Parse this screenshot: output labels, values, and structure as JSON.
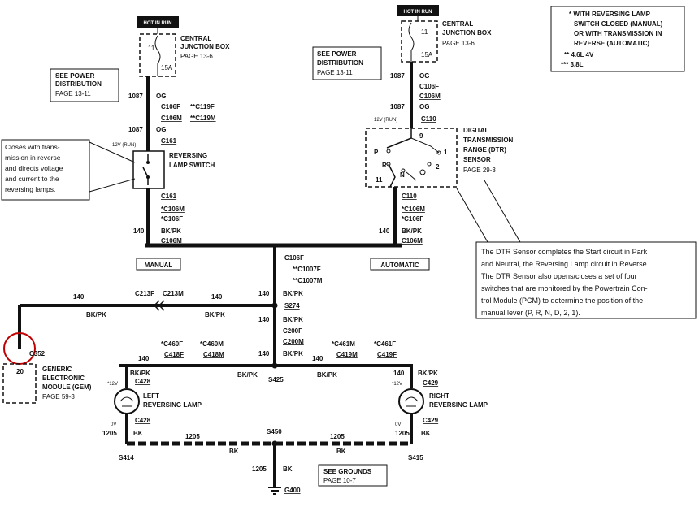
{
  "hot_in_run": "HOT IN RUN",
  "legend": {
    "l1": "* WITH REVERSING LAMP",
    "l2": "SWITCH CLOSED (MANUAL)",
    "l3": "OR WITH TRANSMISSION IN",
    "l4": "REVERSE (AUTOMATIC)",
    "l5": "** 4.6L 4V",
    "l6": "*** 3.8L"
  },
  "cjb_left": {
    "title1": "CENTRAL",
    "title2": "JUNCTION BOX",
    "page": "PAGE 13-6",
    "fuse": "11",
    "amps": "15A"
  },
  "cjb_right": {
    "title1": "CENTRAL",
    "title2": "JUNCTION BOX",
    "page": "PAGE 13-6",
    "fuse": "11",
    "amps": "15A"
  },
  "power_left": {
    "l1": "SEE POWER",
    "l2": "DISTRIBUTION",
    "page": "PAGE 13-11"
  },
  "power_right": {
    "l1": "SEE POWER",
    "l2": "DISTRIBUTION",
    "page": "PAGE 13-11"
  },
  "wires": {
    "w1087": "1087",
    "og": "OG",
    "w140": "140",
    "bkpk": "BK/PK",
    "w1205": "1205",
    "bk": "BK",
    "w20": "20"
  },
  "connectors": {
    "c106f": "C106F",
    "c106m": "C106M",
    "c119f": "**C119F",
    "c119m": "**C119M",
    "c161": "C161",
    "c110": "C110",
    "c106m_s": "*C106M",
    "c106f_s": "*C106F",
    "c1007f": "**C1007F",
    "c1007m": "**C1007M",
    "c213f": "C213F",
    "c213m": "C213M",
    "s274": "S274",
    "c200f": "C200F",
    "c200m": "C200M",
    "c460f": "*C460F",
    "c460m": "*C460M",
    "c418f": "C418F",
    "c418m": "C418M",
    "c461m": "*C461M",
    "c461f": "*C461F",
    "c419m": "C419M",
    "c419f": "C419F",
    "s425": "S425",
    "c352": "C352",
    "c428": "C428",
    "c429": "C429",
    "s414": "S414",
    "s415": "S415",
    "s450": "S450",
    "g400": "G400"
  },
  "v12_run": "12V (RUN)",
  "v12": "*12V",
  "ov": "0V",
  "rev_switch": {
    "l1": "REVERSING",
    "l2": "LAMP SWITCH"
  },
  "dtr": {
    "l1": "DIGITAL",
    "l2": "TRANSMISSION",
    "l3": "RANGE (DTR)",
    "l4": "SENSOR",
    "page": "PAGE 29-3",
    "pos_p": "P",
    "pos_r": "R",
    "pos_n": "N",
    "pos_1": "1",
    "pos_2": "2",
    "pin9": "9",
    "pin11": "11"
  },
  "callout_left": {
    "l1": "Closes with trans-",
    "l2": "mission in reverse",
    "l3": "and directs voltage",
    "l4": "and current to the",
    "l5": "reversing lamps."
  },
  "callout_right": {
    "l1": "The DTR Sensor completes the Start circuit in Park",
    "l2": "and Neutral, the Reversing Lamp circuit in Reverse.",
    "l3": "The DTR Sensor also opens/closes a set of four",
    "l4": "switches that are monitored by the Powertrain Con-",
    "l5": "trol Module (PCM) to determine the position of the",
    "l6": "manual lever (P, R, N, D, 2, 1)."
  },
  "manual": "MANUAL",
  "automatic": "AUTOMATIC",
  "gem": {
    "l1": "GENERIC",
    "l2": "ELECTRONIC",
    "l3": "MODULE (GEM)",
    "page": "PAGE 59-3"
  },
  "left_lamp": {
    "l1": "LEFT",
    "l2": "REVERSING LAMP"
  },
  "right_lamp": {
    "l1": "RIGHT",
    "l2": "REVERSING LAMP"
  },
  "grounds": {
    "l1": "SEE GROUNDS",
    "page": "PAGE 10-7"
  }
}
